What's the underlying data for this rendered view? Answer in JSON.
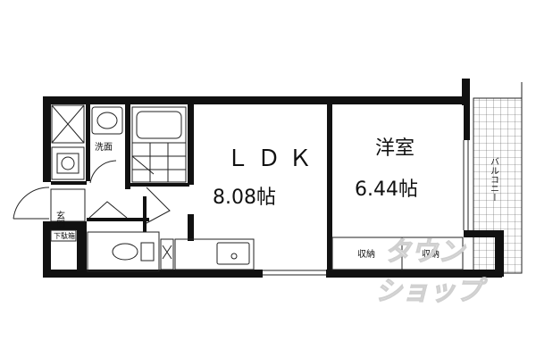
{
  "rooms": {
    "ldk_name": "ＬＤＫ",
    "ldk_size": "8.08帖",
    "western_name": "洋室",
    "western_size": "6.44帖"
  },
  "labels": {
    "washroom": "洗面",
    "entrance": "玄関",
    "shoe_box": "下駄箱",
    "storage_1": "収納",
    "storage_2": "収納",
    "balcony": "バルコニー"
  },
  "watermark": {
    "line1": "タウン",
    "line2": "ショップ"
  }
}
